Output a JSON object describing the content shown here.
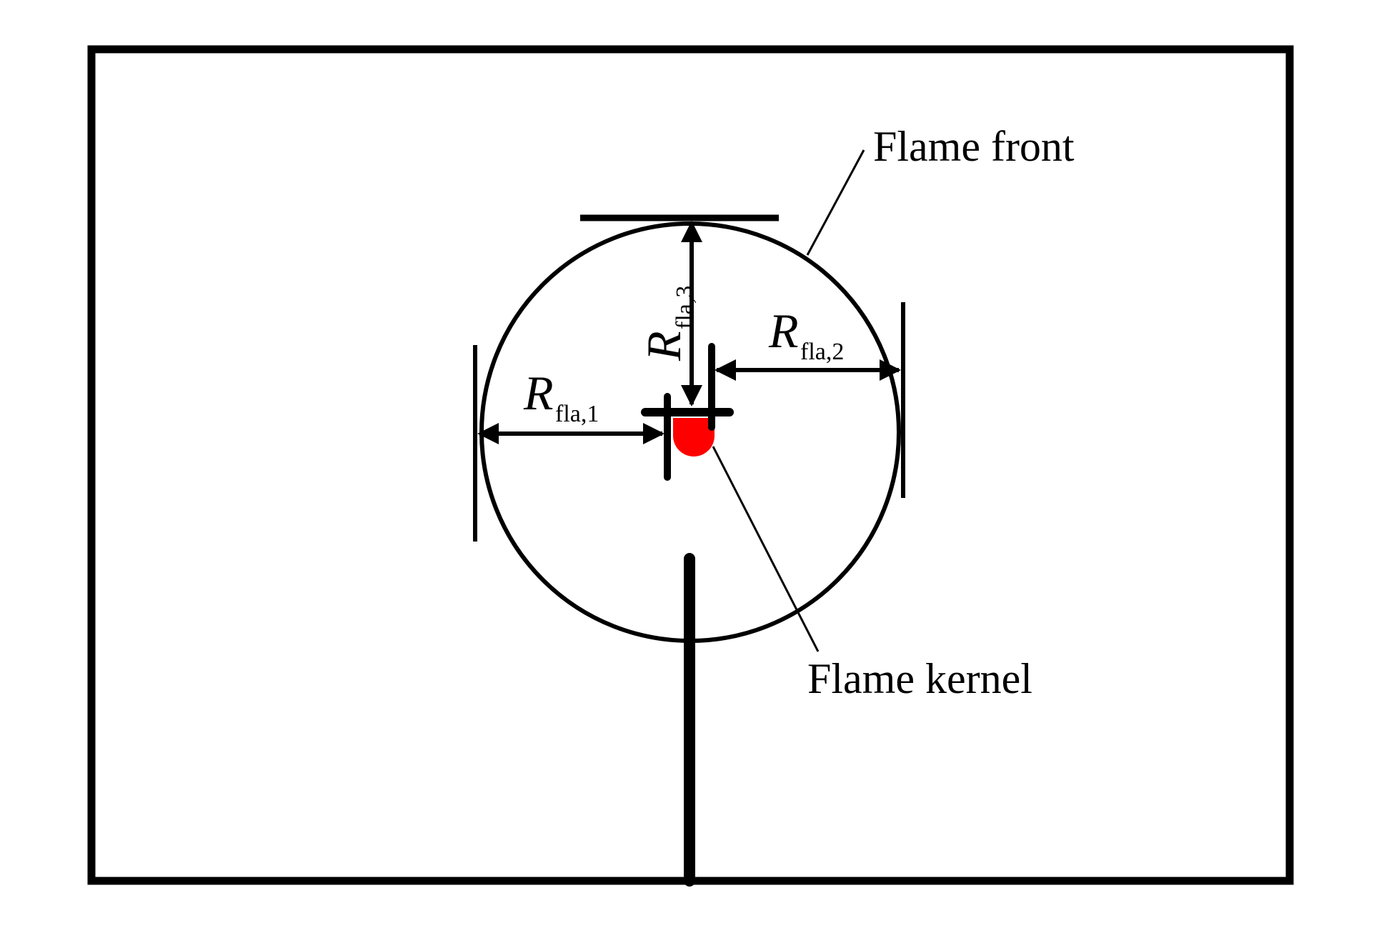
{
  "diagram": {
    "labels": {
      "flame_front": "Flame front",
      "flame_kernel": "Flame kernel"
    },
    "radii": [
      {
        "symbol": "R",
        "subscript": "fla,1"
      },
      {
        "symbol": "R",
        "subscript": "fla,2"
      },
      {
        "symbol": "R",
        "subscript": "fla,3"
      }
    ],
    "colors": {
      "line": "#000000",
      "kernel": "#ff0000",
      "background": "#ffffff"
    }
  }
}
